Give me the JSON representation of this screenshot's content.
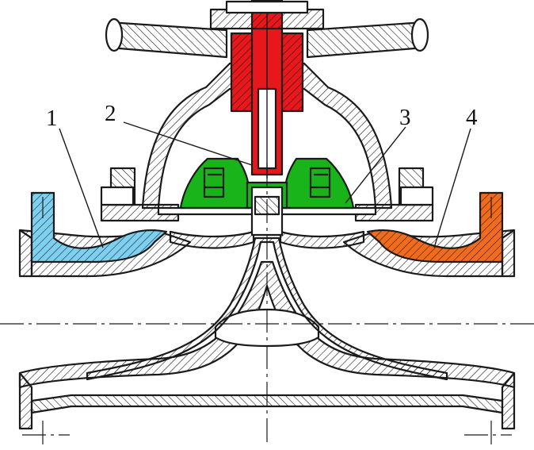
{
  "labels": [
    {
      "id": "1",
      "text": "1"
    },
    {
      "id": "2",
      "text": "2"
    },
    {
      "id": "3",
      "text": "3"
    },
    {
      "id": "4",
      "text": "4"
    }
  ],
  "colors": {
    "line": "#1a1a1a",
    "stem": "#e8171c",
    "compressor": "#19b419",
    "left_port": "#7ed0f0",
    "right_port": "#f26b1d",
    "background": "#ffffff"
  }
}
